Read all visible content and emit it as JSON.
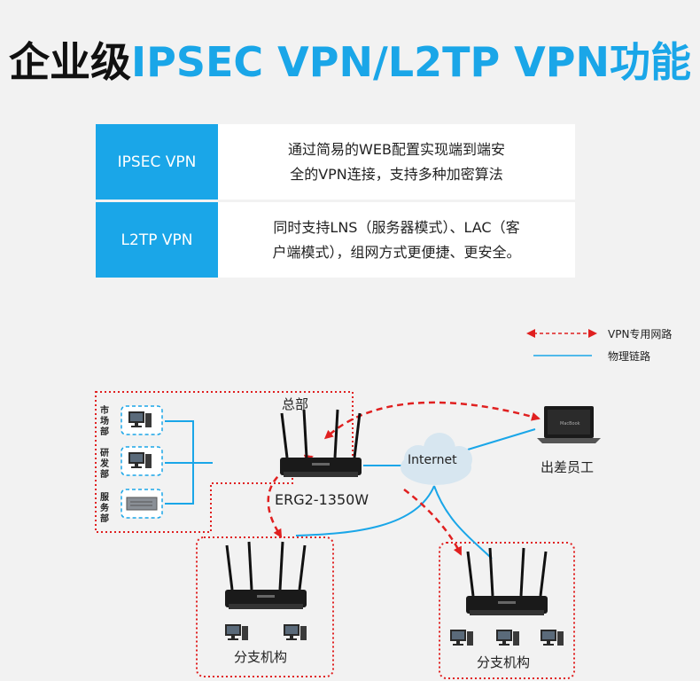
{
  "title": {
    "prefix": "企业级",
    "highlight": "IPSEC VPN/L2TP VPN功能"
  },
  "features": [
    {
      "name": "IPSEC VPN",
      "desc_line1": "通过简易的WEB配置实现端到端安",
      "desc_line2": "全的VPN连接，支持多种加密算法"
    },
    {
      "name": "L2TP VPN",
      "desc_line1": "同时支持LNS（服务器模式）、LAC（客",
      "desc_line2": "户端模式），组网方式更便捷、更安全。"
    }
  ],
  "legend": {
    "vpn_label": "VPN专用网路",
    "physical_label": "物理链路"
  },
  "diagram": {
    "hq_label": "总部",
    "router_model": "ERG2-1350W",
    "internet_label": "Internet",
    "remote_label": "出差员工",
    "branch1_label": "分支机构",
    "branch2_label": "分支机构",
    "dept_market": [
      "市",
      "场",
      "部"
    ],
    "dept_rd": [
      "研",
      "发",
      "部"
    ],
    "dept_service": [
      "服",
      "务",
      "部"
    ],
    "laptop_brand": "MacBook"
  },
  "colors": {
    "accent": "#1aa6e8",
    "vpn_line": "#e02020",
    "physical_line": "#1aa6e8",
    "dotted_box": "#e02020"
  }
}
